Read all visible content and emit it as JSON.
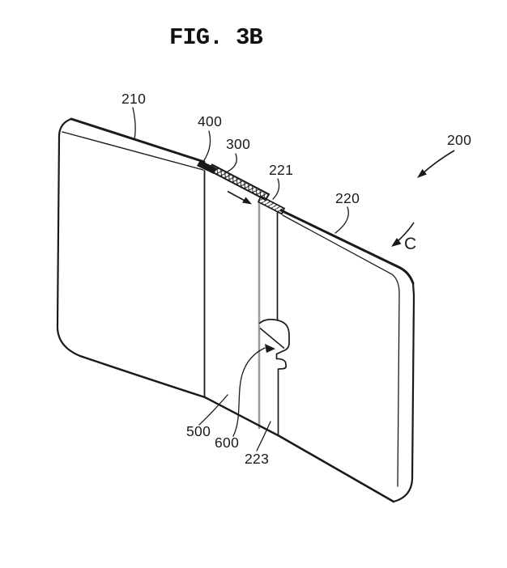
{
  "figure": {
    "title": "FIG. 3B",
    "labels": {
      "r210": "210",
      "r400": "400",
      "r300": "300",
      "r221": "221",
      "r220": "220",
      "r200": "200",
      "rC": "C",
      "r500": "500",
      "r600": "600",
      "r223": "223"
    }
  },
  "colors": {
    "line": "#1a1a1a",
    "hinge_gray": "#9b9b9b",
    "background": "#ffffff"
  }
}
